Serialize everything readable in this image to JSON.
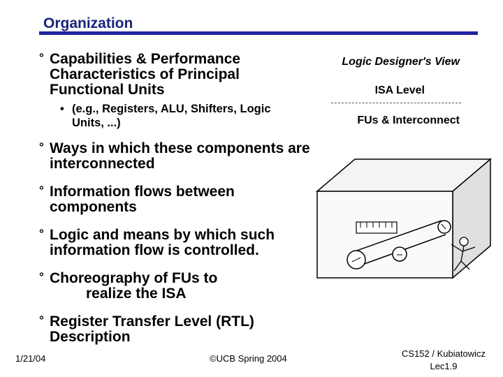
{
  "slide": {
    "title": "Organization",
    "bullets": [
      {
        "mark": "°",
        "text": "Capabilities & Performance Characteristics of Principal Functional Units"
      },
      {
        "mark": "°",
        "text": "Ways in which these components are interconnected"
      },
      {
        "mark": "°",
        "text": "Information flows between components"
      },
      {
        "mark": "°",
        "text": "Logic and means by which such information flow is controlled."
      },
      {
        "mark": "°",
        "text": "Choreography of FUs to realize the ISA"
      },
      {
        "mark": "°",
        "text": "Register Transfer Level (RTL) Description"
      }
    ],
    "sub_bullet": {
      "mark": "•",
      "text": "(e.g., Registers, ALU, Shifters, Logic Units, ...)"
    },
    "right_panel": {
      "view_title": "Logic Designer's View",
      "isa_level": "ISA Level",
      "fus_interconnect": "FUs & Interconnect"
    },
    "footer": {
      "date": "1/21/04",
      "copyright": "©UCB Spring 2004",
      "course": "CS152 / Kubiatowicz",
      "lecture": "Lec1.9"
    }
  }
}
